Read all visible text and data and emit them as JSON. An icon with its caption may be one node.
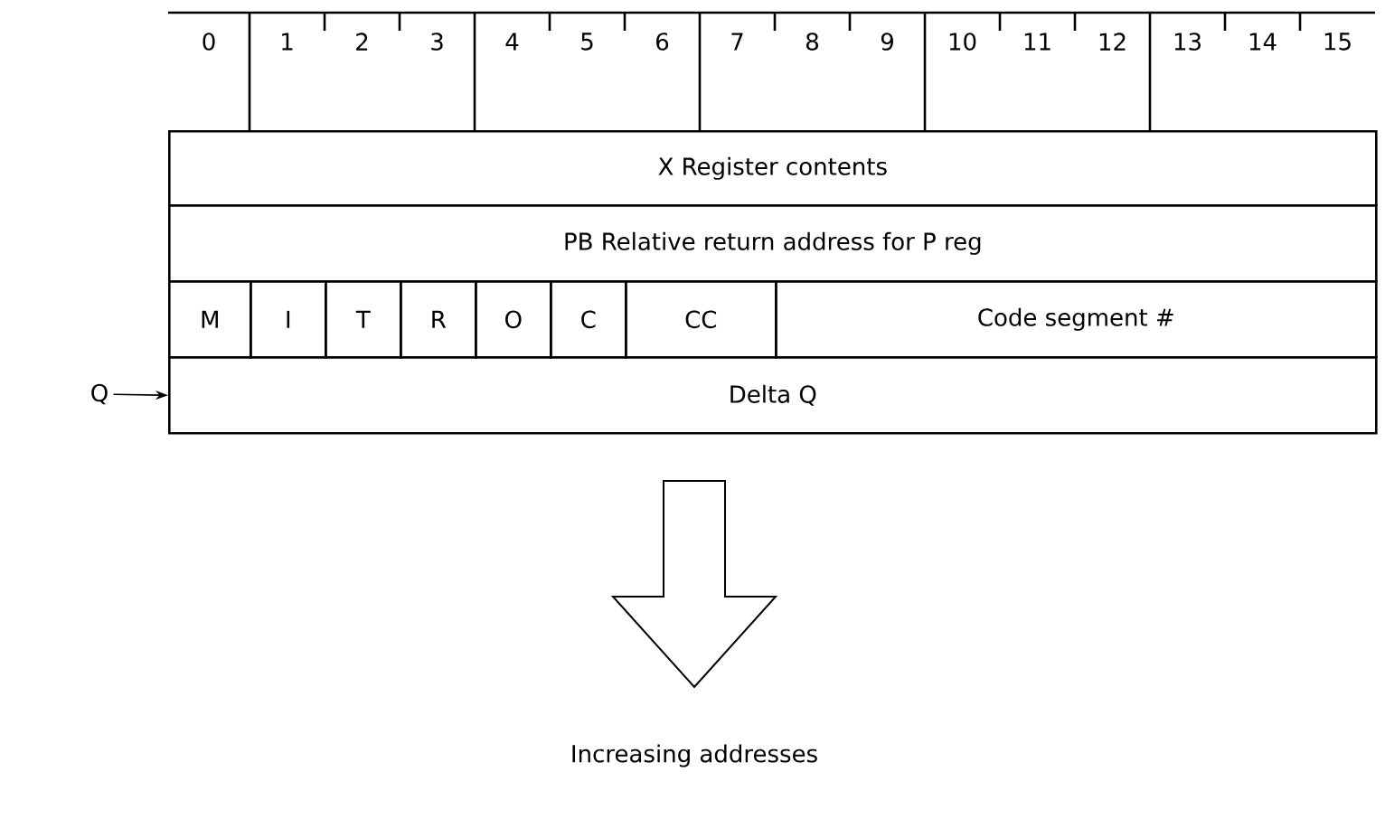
{
  "diagram": {
    "nodes": [
      {
        "text": [
          "X Register contents"
        ]
      },
      {
        "text": [
          "PB Relative return address for P reg"
        ]
      },
      {
        "text": [
          "M"
        ]
      },
      {
        "text": [
          "I"
        ]
      },
      {
        "text": [
          "T"
        ]
      },
      {
        "text": [
          "R"
        ]
      },
      {
        "text": [
          "O"
        ]
      },
      {
        "text": [
          "C"
        ]
      },
      {
        "text": [
          "CC"
        ]
      },
      {
        "text": [
          "Code segment #"
        ]
      },
      {
        "text": [
          "Q"
        ]
      },
      {
        "text": [
          "Delta Q"
        ]
      }
    ],
    "edges": [
      {
        "from": 10,
        "to": 11,
        "arrow": "to"
      }
    ],
    "labels": [
      "0",
      "1",
      "2",
      "3",
      "4",
      "5",
      "6",
      "7",
      "8",
      "9",
      "10",
      "11",
      "12",
      "13",
      "14",
      "15",
      "Increasing addresses"
    ]
  }
}
